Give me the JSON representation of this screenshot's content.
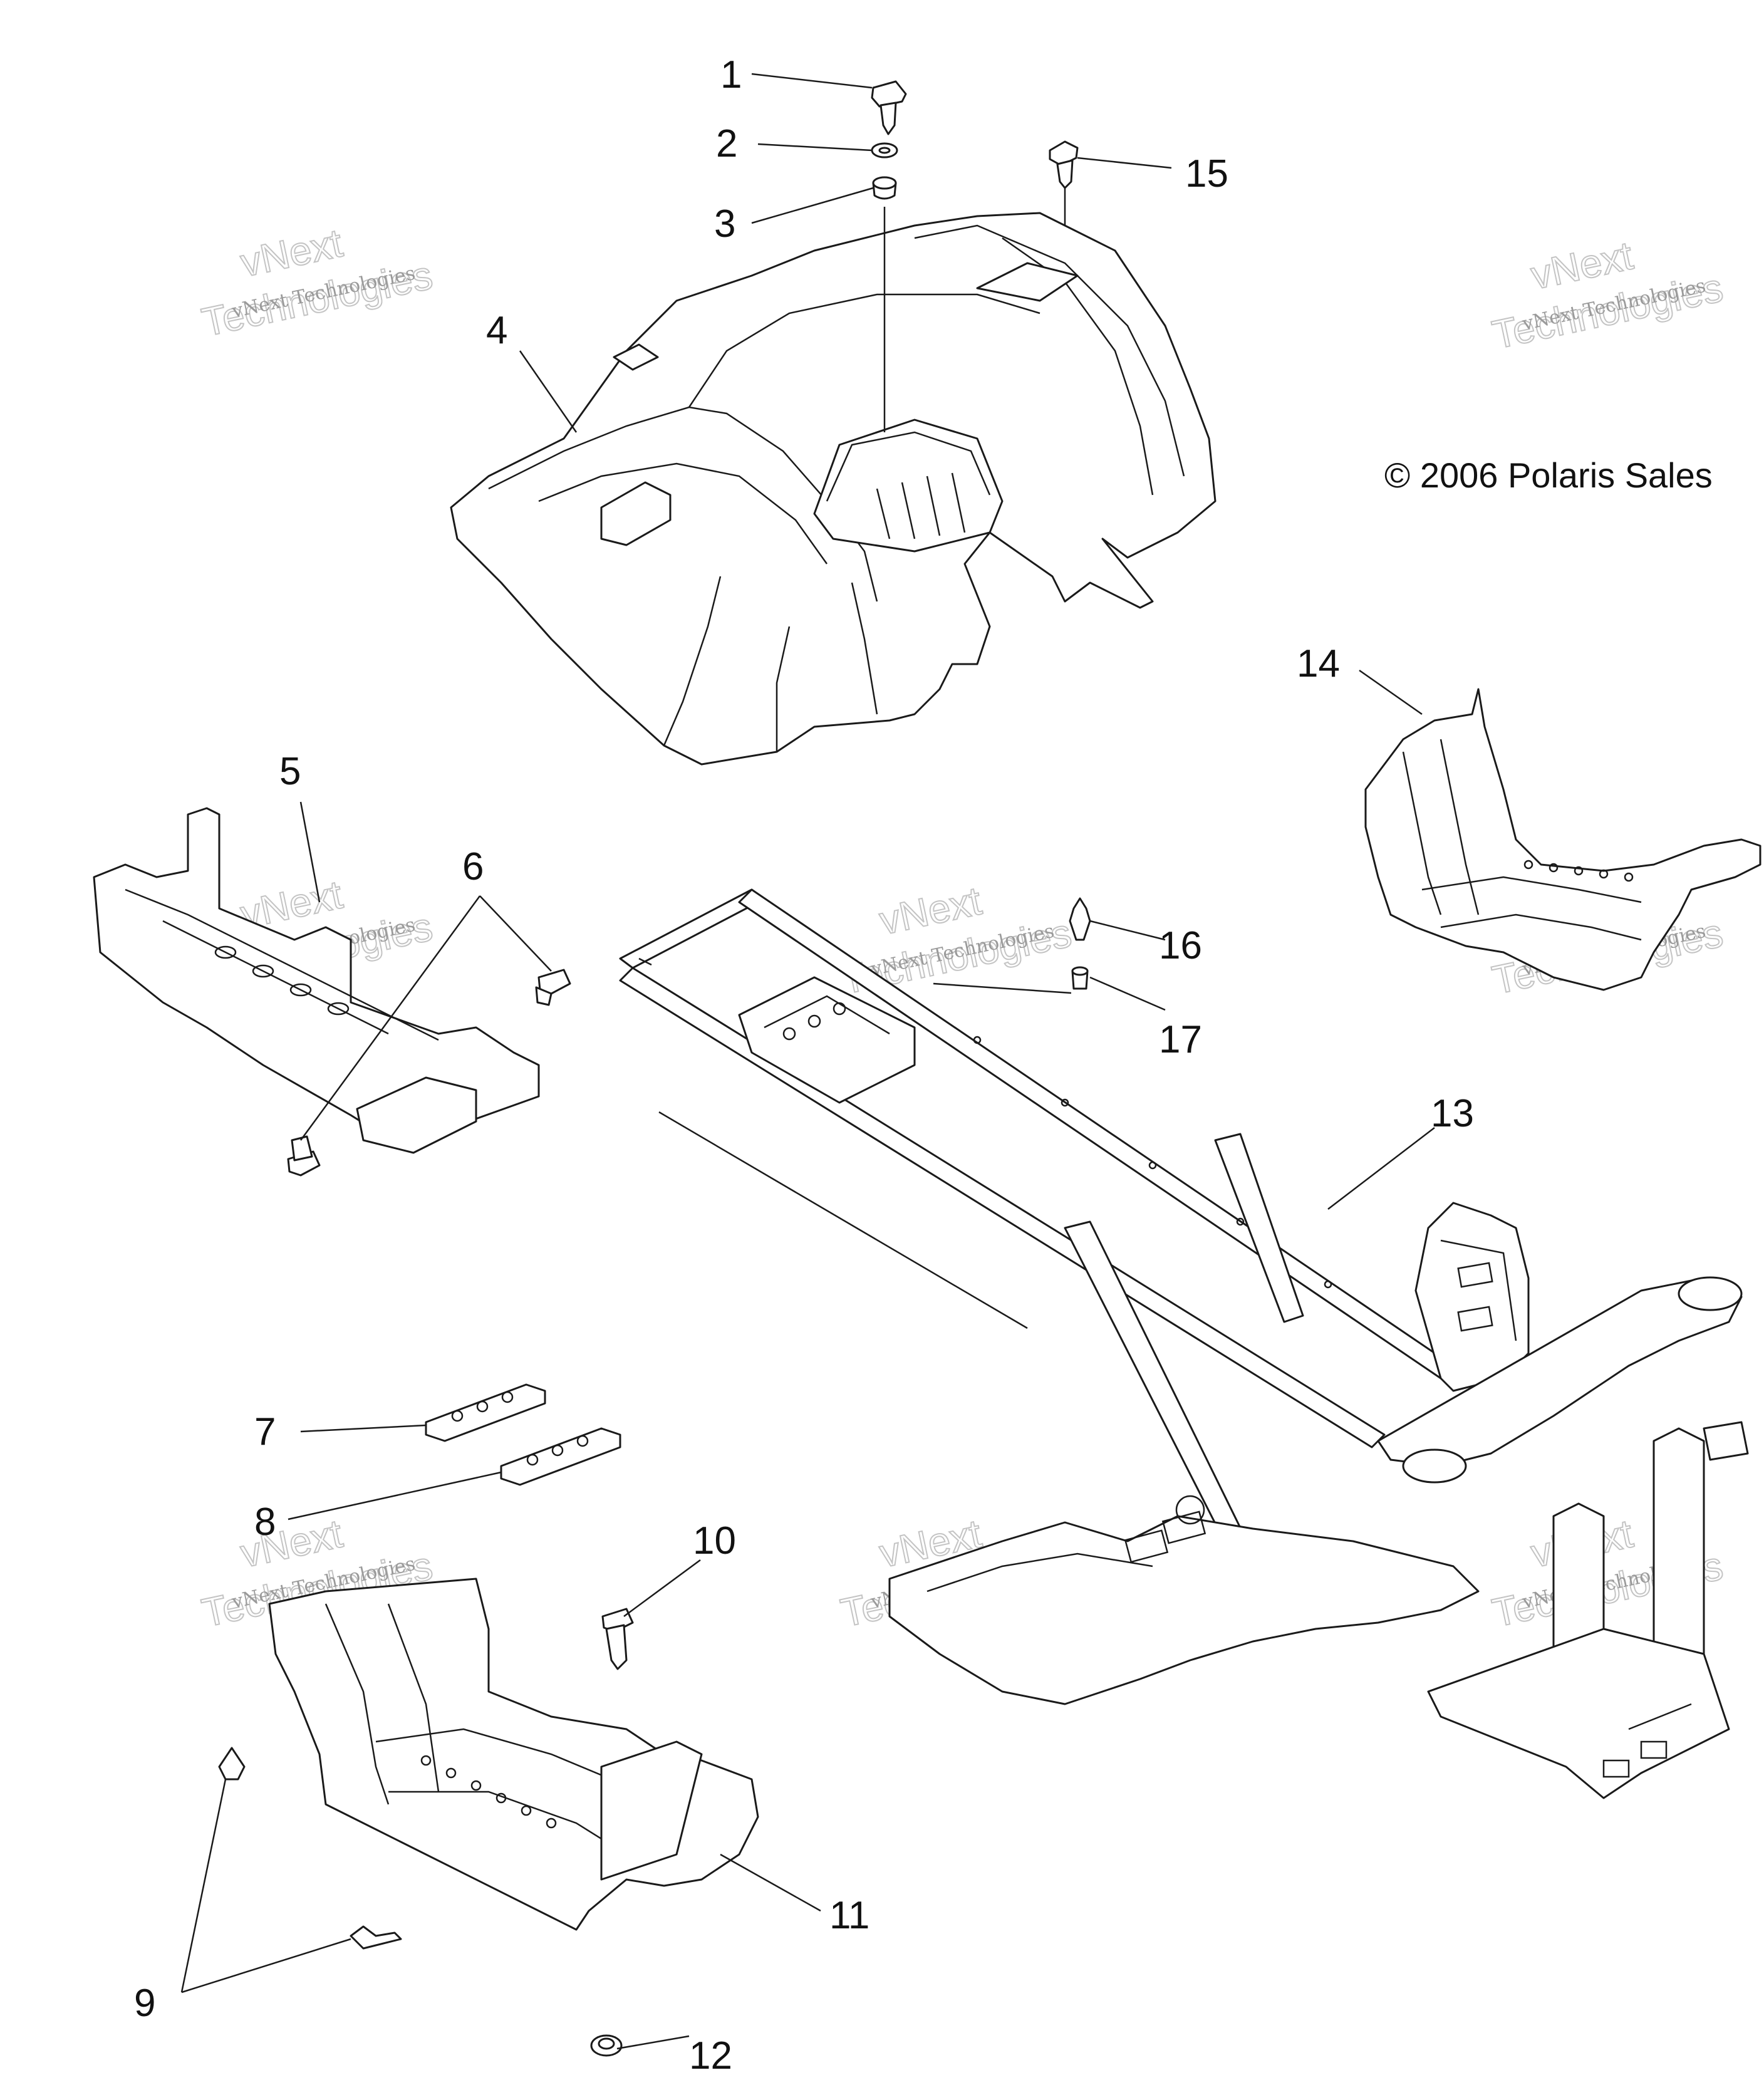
{
  "copyright": "© 2006 Polaris Sales",
  "watermark": {
    "line1": "vNext",
    "line2": "Technologies",
    "line_small": "vNext Technologies"
  },
  "callouts": [
    {
      "id": "1",
      "label": "1"
    },
    {
      "id": "2",
      "label": "2"
    },
    {
      "id": "3",
      "label": "3"
    },
    {
      "id": "4",
      "label": "4"
    },
    {
      "id": "5",
      "label": "5"
    },
    {
      "id": "6",
      "label": "6"
    },
    {
      "id": "7",
      "label": "7"
    },
    {
      "id": "8",
      "label": "8"
    },
    {
      "id": "9",
      "label": "9"
    },
    {
      "id": "10",
      "label": "10"
    },
    {
      "id": "11",
      "label": "11"
    },
    {
      "id": "12",
      "label": "12"
    },
    {
      "id": "13",
      "label": "13"
    },
    {
      "id": "14",
      "label": "14"
    },
    {
      "id": "15",
      "label": "15"
    },
    {
      "id": "16",
      "label": "16"
    },
    {
      "id": "17",
      "label": "17"
    }
  ]
}
